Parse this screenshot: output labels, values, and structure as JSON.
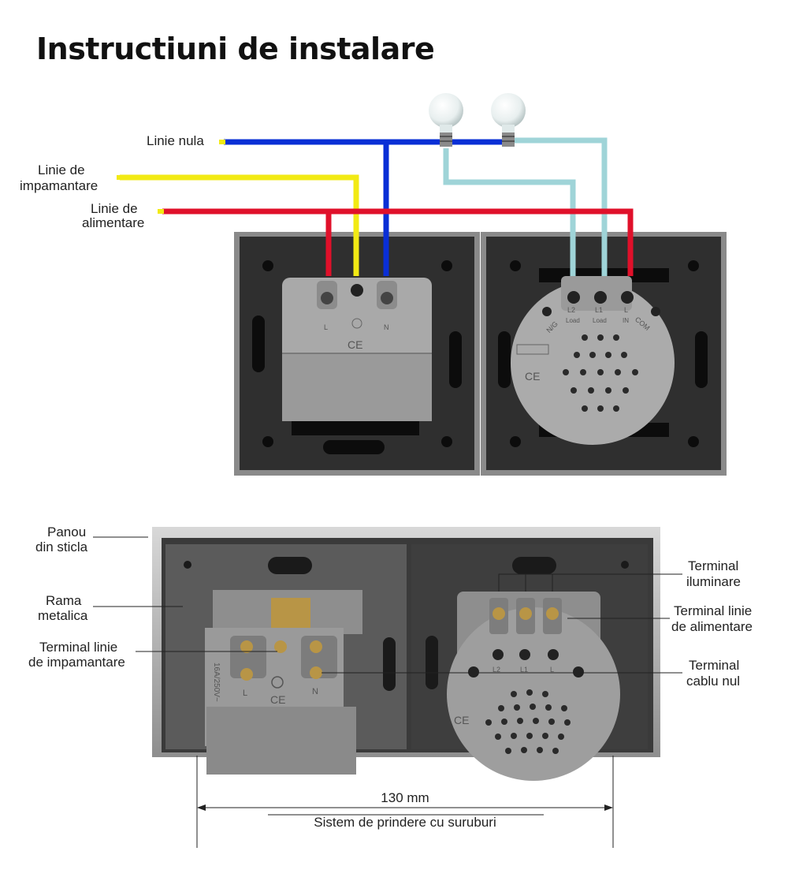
{
  "title": "Instructiuni de instalare",
  "wiring": {
    "neutral_label": "Linie nula",
    "ground_label": [
      "Linie de",
      "impamantare"
    ],
    "supply_label": [
      "Linie de",
      "alimentare"
    ],
    "socket_terminals": [
      "L",
      "N"
    ],
    "switch_terminals": [
      "L2",
      "L1",
      "L"
    ],
    "switch_sub": [
      "Load",
      "Load",
      "IN"
    ],
    "switch_side_left": "N/G",
    "switch_side_right": "COM",
    "colors": {
      "neutral": "#0a2fd6",
      "ground": "#f2ea14",
      "supply": "#e0102a",
      "switch": "#9fd4d8"
    }
  },
  "photo": {
    "panel_label": [
      "Panou",
      "din sticla"
    ],
    "frame_label": [
      "Rama",
      "metalica"
    ],
    "ground_terminal_label": [
      "Terminal linie",
      "de impamantare"
    ],
    "light_terminal_label": [
      "Terminal",
      "iluminare"
    ],
    "supply_terminal_label": [
      "Terminal linie",
      "de alimentare"
    ],
    "neutral_terminal_label": [
      "Terminal",
      "cablu nul"
    ],
    "socket_rating": "16A/250V~",
    "ce_mark": "CE",
    "dimension": "130 mm",
    "fixing": "Sistem de prindere cu suruburi"
  }
}
